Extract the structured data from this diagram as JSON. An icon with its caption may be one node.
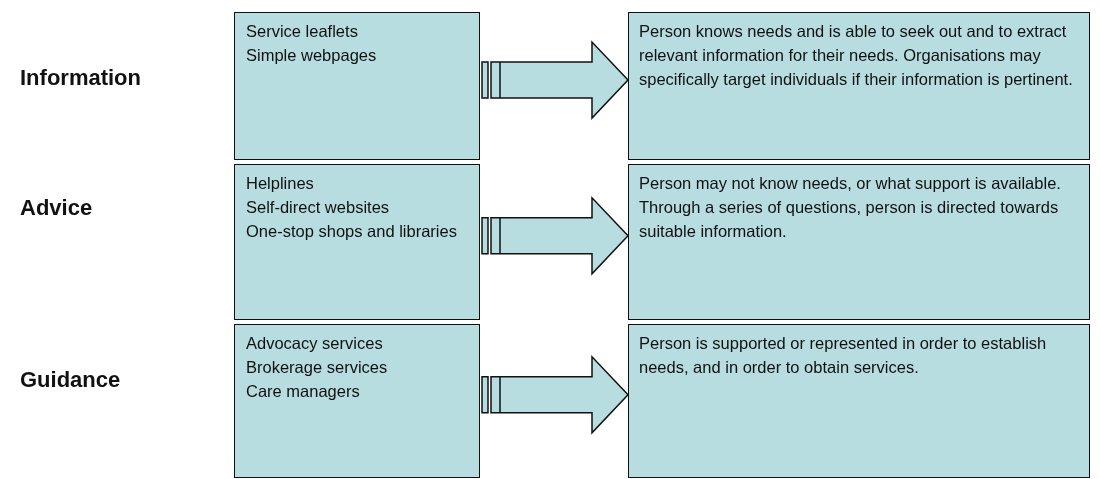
{
  "diagram": {
    "nodes": [
      {
        "text": [
          "Service leaflets",
          "Simple webpages"
        ]
      },
      {
        "text": [
          "Person knows needs and is able to seek out and to extract relevant information for their needs.  Organisations may specifically target individuals if their information is pertinent."
        ]
      },
      {
        "text": [
          "Helplines",
          "Self-direct websites",
          "One-stop shops and libraries"
        ]
      },
      {
        "text": [
          "Person may not know needs, or what support is available.  Through a series of questions, person is directed towards suitable information."
        ]
      },
      {
        "text": [
          "Advocacy services",
          "Brokerage services",
          "Care managers"
        ]
      },
      {
        "text": [
          "Person is supported or represented in order to establish needs, and in order to obtain services."
        ]
      }
    ],
    "edges": [
      {
        "from": 0,
        "to": 1,
        "arrow": "to"
      },
      {
        "from": 2,
        "to": 3,
        "arrow": "to"
      },
      {
        "from": 4,
        "to": 5,
        "arrow": "to"
      }
    ],
    "labels": [
      "Information",
      "Advice",
      "Guidance"
    ]
  }
}
